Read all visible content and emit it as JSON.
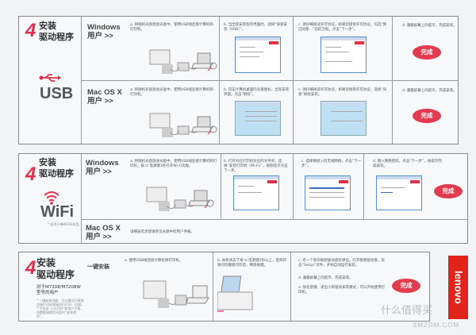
{
  "usb": {
    "step_no": "4",
    "title_line1": "安装",
    "title_line2": "驱动程序",
    "icon_label": "USB",
    "windows": {
      "os": "Windows",
      "os_sub": "用户 >>",
      "a": "a. 将随机光盘放进光驱中，使用USB线连接计算机和打印机。",
      "b": "b. 当出现安装程序界面时，选择“快速安装（USB）”。",
      "c": "c. 请仔细阅读许可协议，如果您接受许可协议，勾选“我已同意…”前的方框，点击“下一步”。",
      "d": "d. 遵循屏幕上的提示，完成安装。",
      "done": "完成"
    },
    "mac": {
      "os": "Mac OS X",
      "os_sub": "用户 >>",
      "a": "a. 将随机光盘放进光驱中，使用USB线连接计算机和打印机。",
      "b": "b. 双击计算机桌面的光盘图标，出现安装界面，点击“继续”。",
      "c": "c. 请仔细阅读许可协议，如果您接受许可协议，选择“同意”继续安装。",
      "d": "d. 遵循屏幕上的提示，完成安装。",
      "done": "完成"
    }
  },
  "wifi": {
    "step_no": "4",
    "title_line1": "安装",
    "title_line2": "驱动程序",
    "icon_label": "WiFi",
    "note": "* 适用于带WiFi的机型。",
    "windows": {
      "os": "Windows",
      "os_sub": "用户 >>",
      "a": "a. 将随机光盘放进光驱中，使用USB线连接计算机和打印机，按 ⏻ 电源键1秒打开Wi-Fi功能。",
      "b": "b. 打开对应打印机对应的文件夹，选择“安装打印机（Wi-Fi）”，按照提示点击下一步。",
      "c": "c. 选择要接入的无线网络，点击“下一步”。",
      "d": "d. 输入网络密码，点击“下一步”，按提示完成安装。",
      "done": "完成"
    },
    "mac": {
      "os": "Mac OS X",
      "os_sub": "用户 >>",
      "text": "详细安装步骤请参见光盘中的用户手册。"
    }
  },
  "onekey": {
    "step_no": "4",
    "title_line1": "安装",
    "title_line2": "驱动程序",
    "models": "对于M7208/M7208W",
    "models2": "型号的用户",
    "note": "* 一键安装功能，可以通过USB线连接打印机直接进行打印、扫描。* 不包含“公众打印”和用户手册，如需要请使用光盘中“安装程序”。",
    "label": "一键安装",
    "a": "a. 使用USB线连接计算机和打印机。",
    "b": "b. 关机状态下按 ⏻ 电源键5秒以上，直到开始闪烁键盘闪烁后，释放按键。",
    "c": "c. 有一个新的联想驱动盘符弹出，打开联想驱动盘，双击“Setup”文件，开始自动运行安装。",
    "d": "d. 遵循屏幕上的提示，完成安装。",
    "e": "e. 按任意键，退出小新驱动安装模式，可以开始使用打印机。",
    "done": "完成"
  },
  "brand": {
    "logo": "lenovo",
    "watermark": "什么值得买",
    "watermark_url": "SMZDM.COM"
  },
  "colors": {
    "accent": "#e23048",
    "done": "#e23a4e",
    "brand": "#e2231a"
  }
}
